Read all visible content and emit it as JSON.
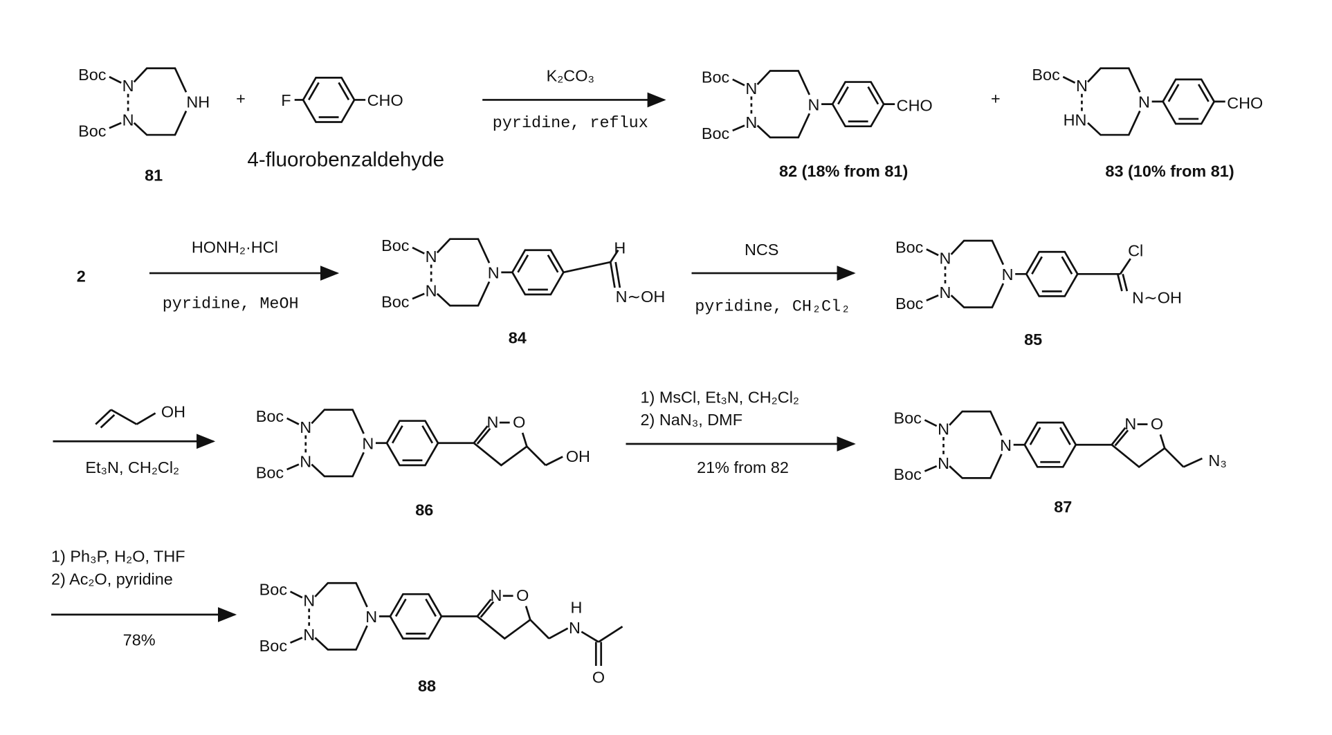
{
  "atoms": {
    "boc": "Boc",
    "n": "N",
    "nh": "NH",
    "hn": "HN",
    "cho": "CHO",
    "f": "F",
    "h": "H",
    "cl": "Cl",
    "oxime": "N∼OH",
    "o": "O",
    "oh": "OH",
    "n3": "N₃"
  },
  "plus": "+",
  "compounds": {
    "c81": "81",
    "c4fb": "4-fluorobenzaldehyde",
    "c82": "82 (18% from 81)",
    "c83": "83 (10% from 81)",
    "c2": "2",
    "c84": "84",
    "c85": "85",
    "c86": "86",
    "c87": "87",
    "c88": "88"
  },
  "steps": [
    {
      "above": "K₂CO₃",
      "below": "pyridine, reflux"
    },
    {
      "above": "HONH₂·HCl",
      "below": "pyridine, MeOH"
    },
    {
      "above": "NCS",
      "below": "pyridine, CH₂Cl₂"
    },
    {
      "above": "OH",
      "below": "Et₃N, CH₂Cl₂"
    },
    {
      "above1": "1) MsCl, Et₃N, CH₂Cl₂",
      "above2": "2) NaN₃, DMF",
      "below": "21% from 82"
    },
    {
      "above1": "1) Ph₃P, H₂O, THF",
      "above2": "2) Ac₂O, pyridine",
      "below": "78%"
    }
  ]
}
